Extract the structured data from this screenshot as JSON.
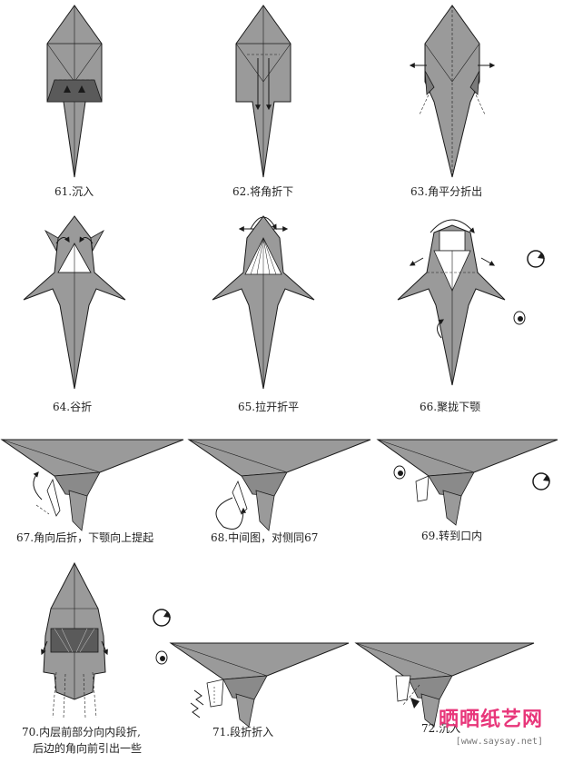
{
  "steps": [
    {
      "n": "61",
      "caption": "61.沉入"
    },
    {
      "n": "62",
      "caption": "62.将角折下"
    },
    {
      "n": "63",
      "caption": "63.角平分折出"
    },
    {
      "n": "64",
      "caption": "64.谷折"
    },
    {
      "n": "65",
      "caption": "65.拉开折平"
    },
    {
      "n": "66",
      "caption": "66.聚拢下颚"
    },
    {
      "n": "67",
      "caption": "67.角向后折，下颚向上提起"
    },
    {
      "n": "68",
      "caption": "68.中间图，对侧同67"
    },
    {
      "n": "69",
      "caption": "69.转到口内"
    },
    {
      "n": "70",
      "caption_line1": "70.内层前部分向内段折,",
      "caption_line2": "后边的角向前引出一些"
    },
    {
      "n": "71",
      "caption": "71.段折折入"
    },
    {
      "n": "72",
      "caption": "72.沉入"
    }
  ],
  "watermark": {
    "brand": "晒晒纸艺网",
    "url": "[www.saysay.net]"
  },
  "colors": {
    "paper": "#9a9a9a",
    "paper_dark": "#5a5a5a",
    "line": "#1a1a1a",
    "white": "#ffffff",
    "brand": "#e8367a"
  },
  "icons": [
    "turn-over-icon",
    "eye-icon",
    "arrow-icon"
  ]
}
